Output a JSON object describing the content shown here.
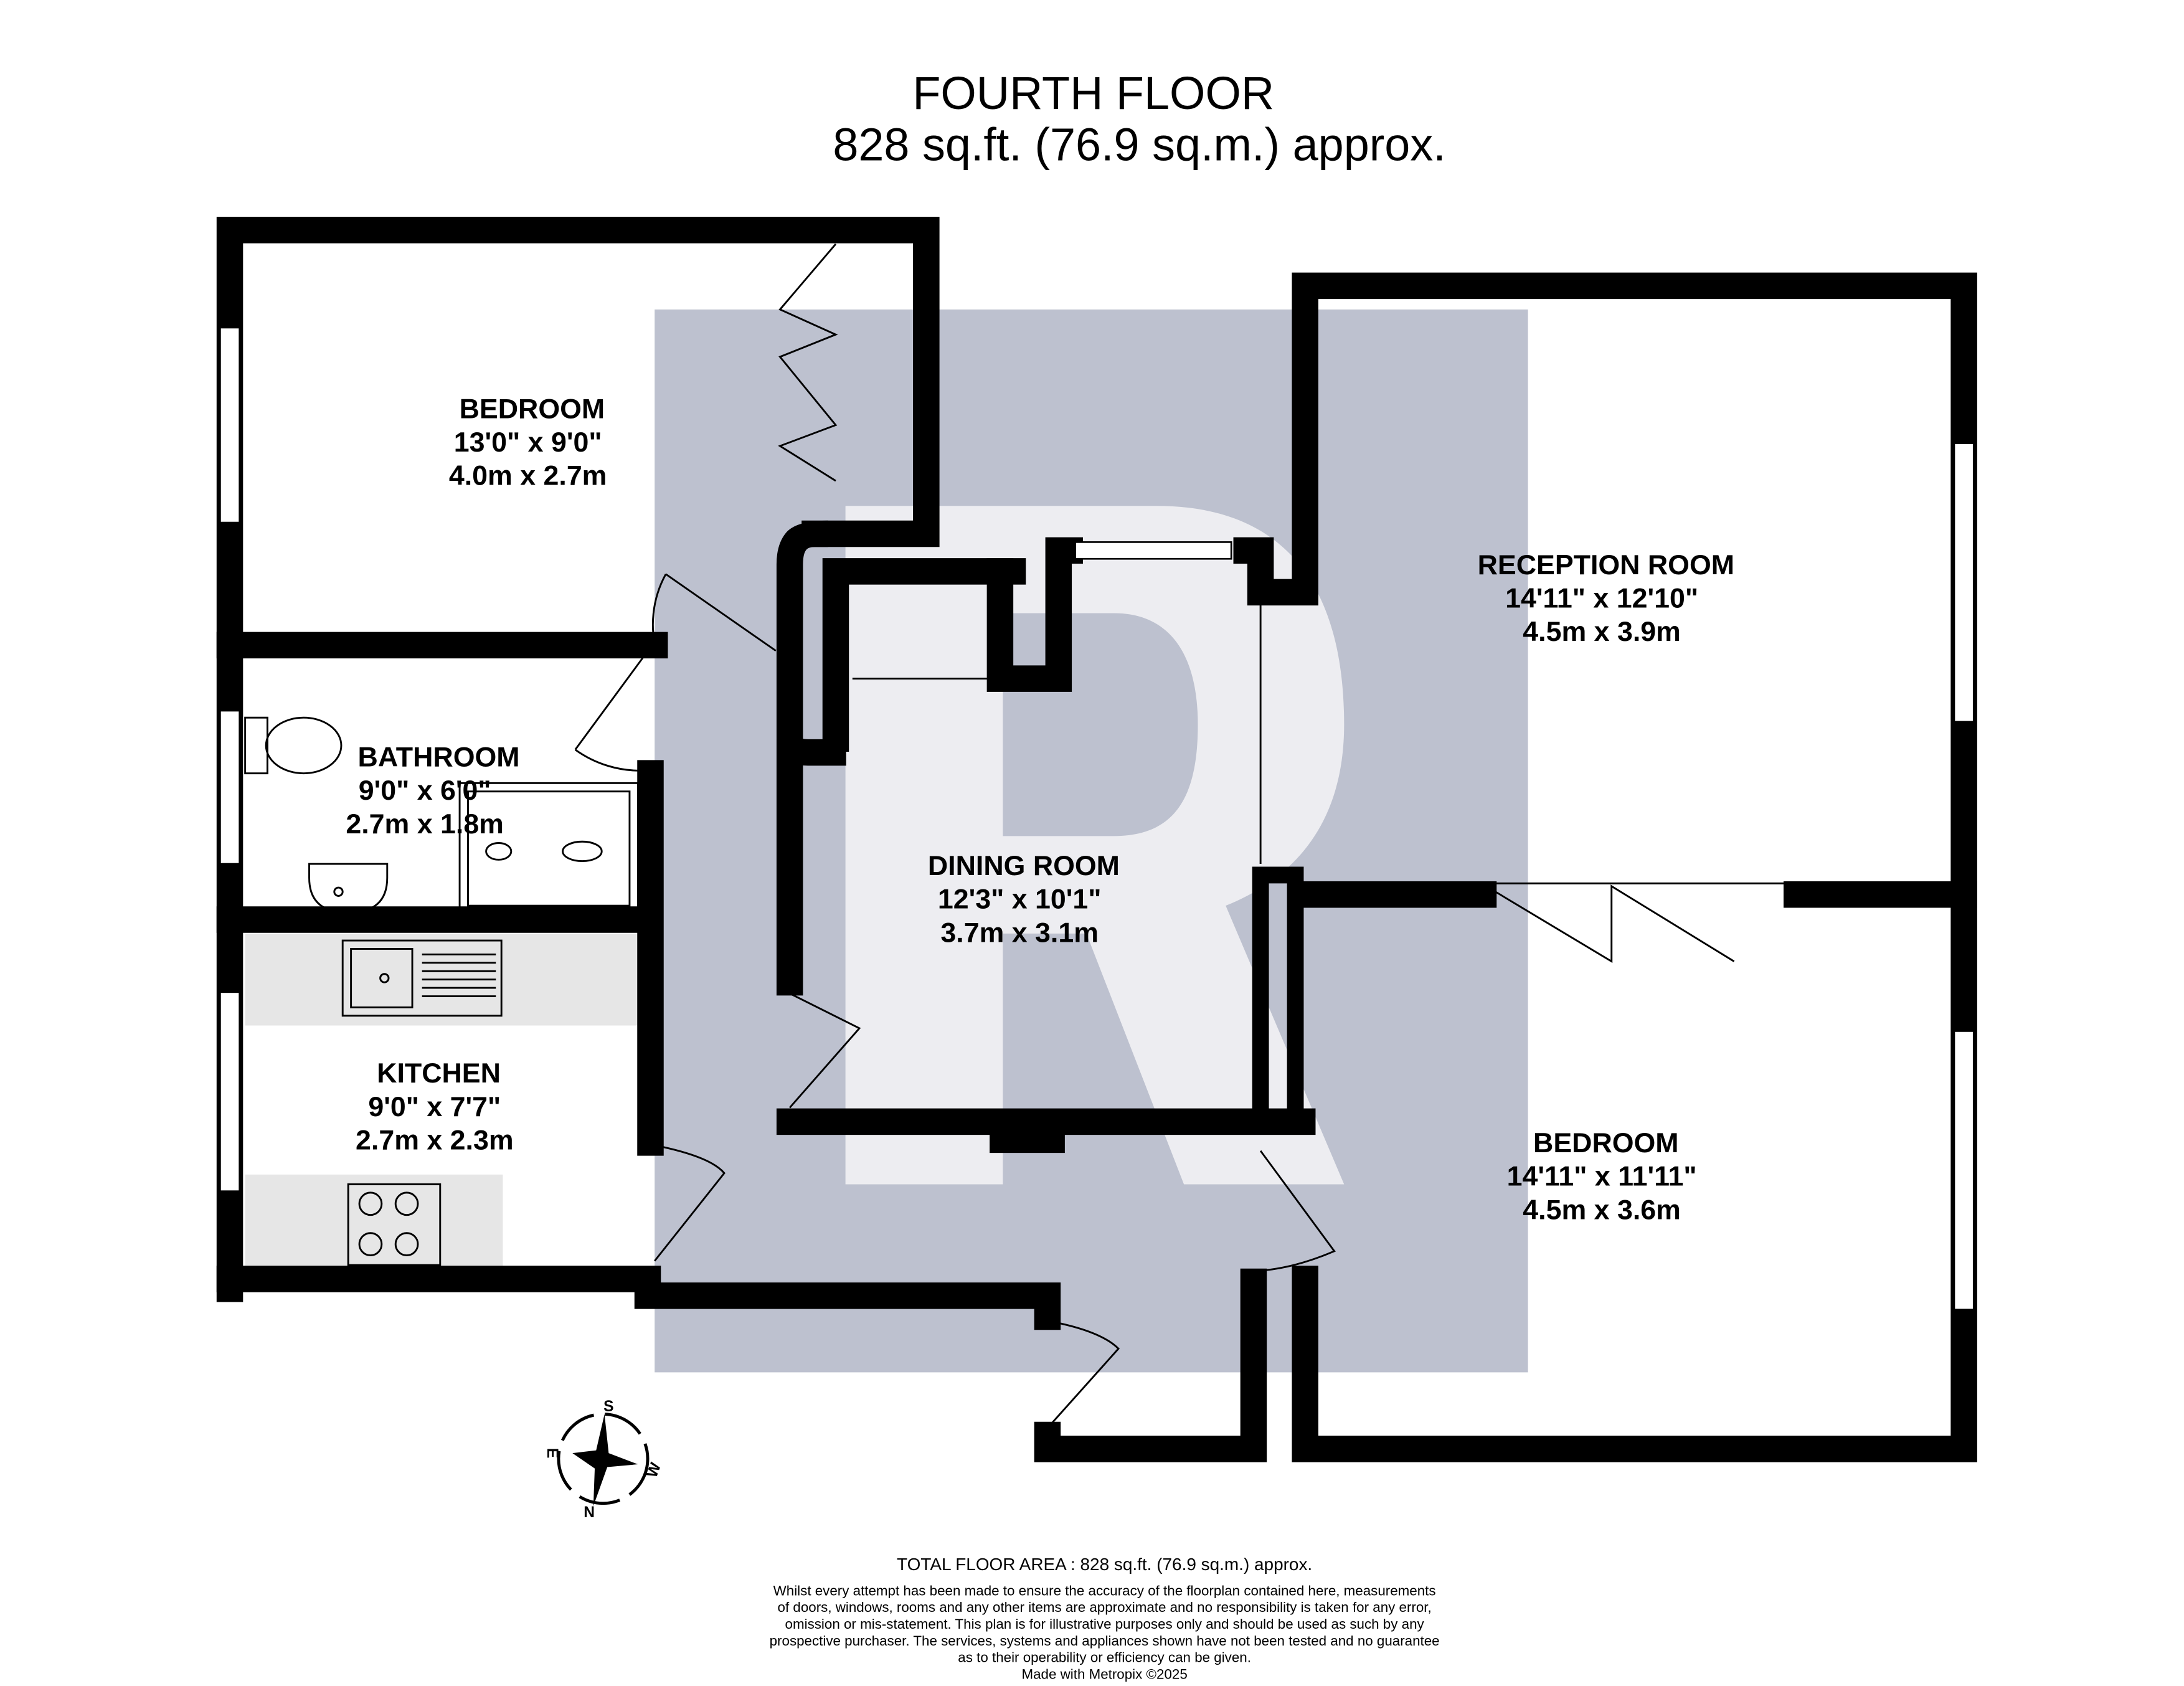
{
  "header": {
    "floor_name": "FOURTH FLOOR",
    "area": "828 sq.ft. (76.9 sq.m.) approx."
  },
  "rooms": [
    {
      "name": "BEDROOM",
      "imperial": "13'0\"  x 9'0\"",
      "metric": "4.0m  x 2.7m"
    },
    {
      "name": "BATHROOM",
      "imperial": "9'0\"  x 6'0\"",
      "metric": "2.7m  x 1.8m"
    },
    {
      "name": "KITCHEN",
      "imperial": "9'0\"  x 7'7\"",
      "metric": "2.7m  x 2.3m"
    },
    {
      "name": "DINING ROOM",
      "imperial": "12'3\"  x 10'1\"",
      "metric": "3.7m  x 3.1m"
    },
    {
      "name": "RECEPTION ROOM",
      "imperial": "14'11\"  x 12'10\"",
      "metric": "4.5m  x 3.9m"
    },
    {
      "name": "BEDROOM",
      "imperial": "14'11\"  x 11'11\"",
      "metric": "4.5m  x 3.6m"
    }
  ],
  "compass": {
    "s": "S",
    "e": "E",
    "w": "W",
    "n": "N"
  },
  "footer": {
    "total": "TOTAL FLOOR AREA : 828 sq.ft. (76.9 sq.m.) approx.",
    "disclaimer": [
      "Whilst every attempt has been made to ensure the accuracy of the floorplan contained here, measurements",
      "of doors, windows, rooms and any other items are approximate and no responsibility is taken for any error,",
      "omission or mis-statement. This plan is for illustrative purposes only and should be used as such by any",
      "prospective purchaser. The services, systems and appliances shown have not been tested and no guarantee",
      "as to their operability or efficiency can be given."
    ],
    "credit": "Made with Metropix ©2025"
  },
  "colors": {
    "hall_fill": "#bdc1cf",
    "counter": "#e6e6e6",
    "wall": "#000000"
  }
}
